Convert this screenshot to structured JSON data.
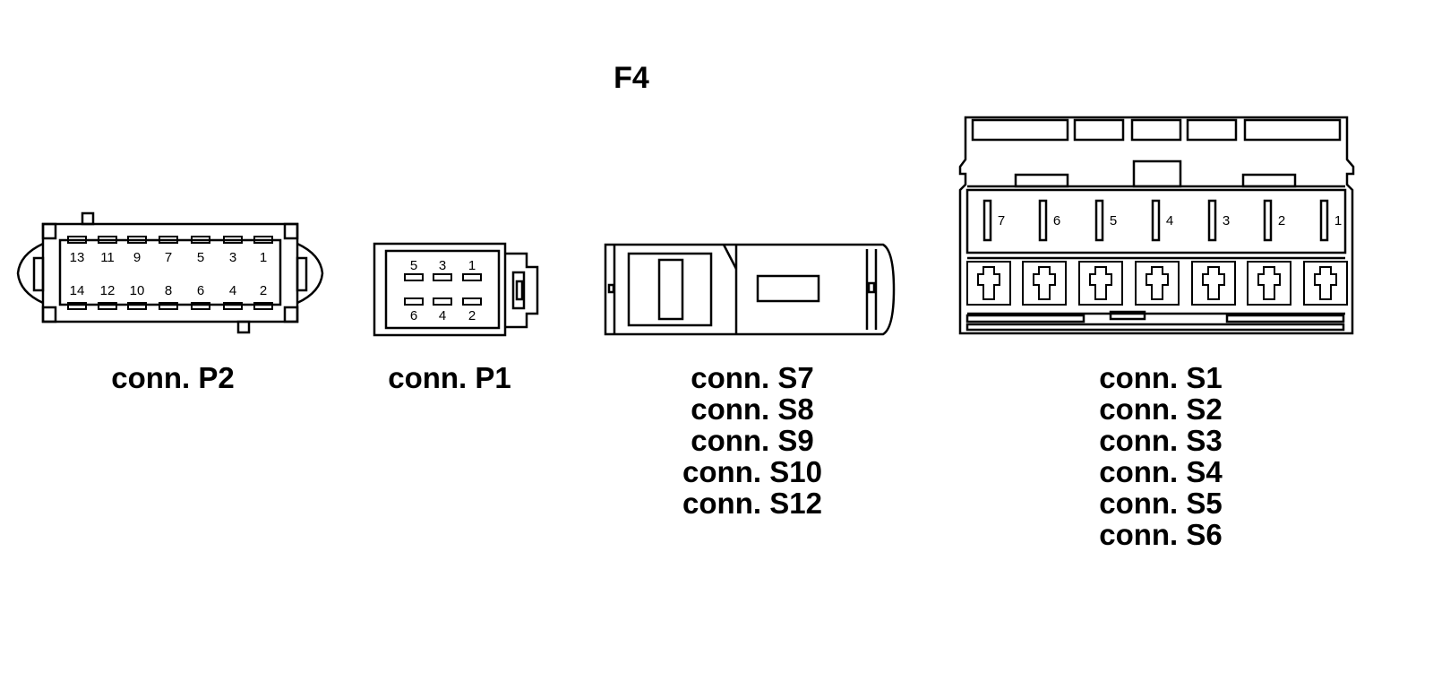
{
  "figure_title": "F4",
  "connectors": {
    "p2": {
      "caption": "conn. P2",
      "top_pins": [
        "13",
        "11",
        "9",
        "7",
        "5",
        "3",
        "1"
      ],
      "bottom_pins": [
        "14",
        "12",
        "10",
        "8",
        "6",
        "4",
        "2"
      ]
    },
    "p1": {
      "caption": "conn. P1",
      "top_pins": [
        "5",
        "3",
        "1"
      ],
      "bottom_pins": [
        "6",
        "4",
        "2"
      ]
    },
    "s7": {
      "captions": [
        "conn. S7",
        "conn. S8",
        "conn. S9",
        "conn. S10",
        "conn. S12"
      ]
    },
    "s1": {
      "captions": [
        "conn. S1",
        "conn. S2",
        "conn. S3",
        "conn. S4",
        "conn. S5",
        "conn. S6"
      ],
      "pins": [
        "7",
        "6",
        "5",
        "4",
        "3",
        "2",
        "1"
      ]
    }
  }
}
